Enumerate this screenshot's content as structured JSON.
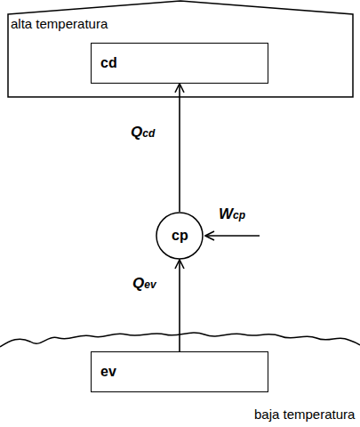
{
  "diagram": {
    "nodes": [
      {
        "text": [
          "alta temperatura"
        ]
      },
      {
        "text": [
          "cd"
        ],
        "in": 0
      },
      {
        "text": [
          "cp"
        ]
      },
      {
        "text": [
          "baja temperatura"
        ]
      },
      {
        "text": [
          "ev"
        ],
        "in": 3
      }
    ],
    "edges": [
      {
        "from": 2,
        "to": 1,
        "arrow": "to",
        "label": "Qcd"
      },
      {
        "from": 4,
        "to": 2,
        "arrow": "to",
        "label": "Qev"
      }
    ],
    "labels": [
      "Wcp"
    ]
  }
}
